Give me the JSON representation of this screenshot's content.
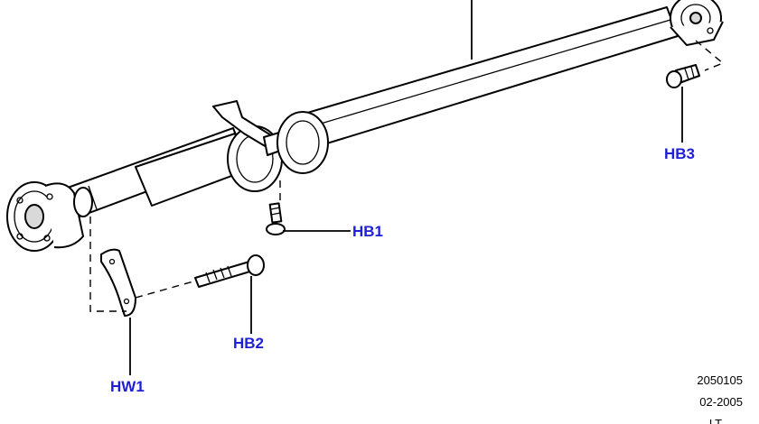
{
  "callouts": {
    "hb1": "HB1",
    "hb2": "HB2",
    "hb3": "HB3",
    "hw1": "HW1"
  },
  "footer": {
    "ref": "2050105",
    "date": "02-2005",
    "code": "LT"
  },
  "colors": {
    "callout": "#1f1fd6",
    "line": "#000000",
    "background": "#ffffff"
  }
}
